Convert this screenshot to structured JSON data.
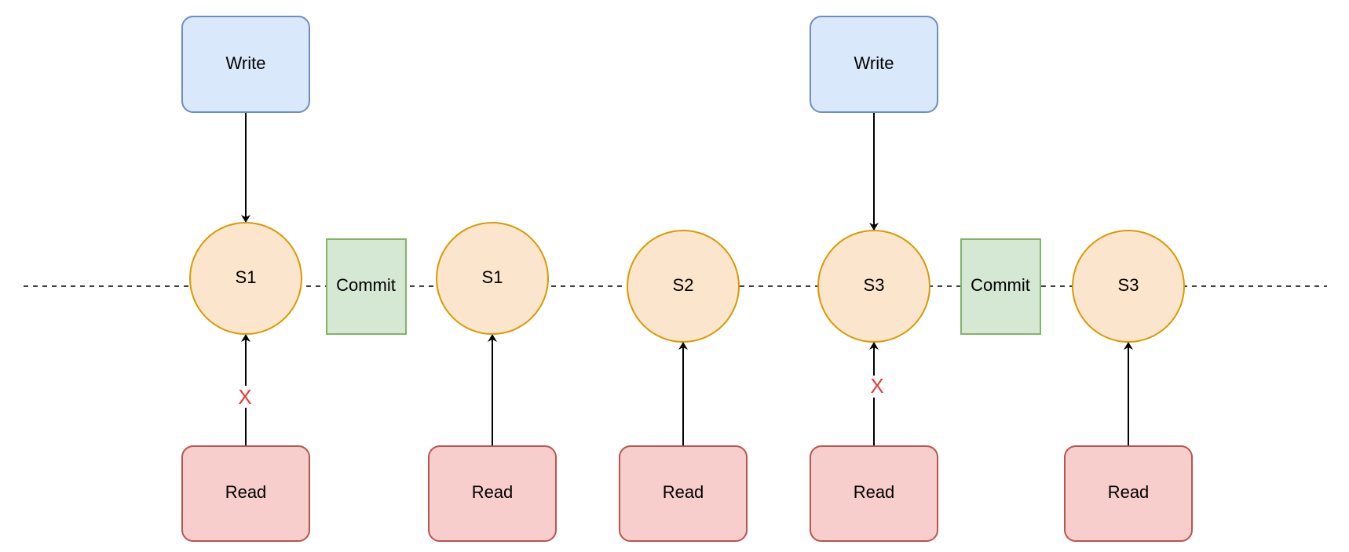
{
  "colors": {
    "write_fill": "#dae8fc",
    "write_stroke": "#6c8ebf",
    "read_fill": "#f8cecc",
    "read_stroke": "#b85450",
    "state_fill": "#fce5cd",
    "state_stroke": "#d79b00",
    "commit_fill": "#d5e8d4",
    "commit_stroke": "#82b366",
    "blocked_mark": "#e53935",
    "line": "#000000"
  },
  "timeline": {
    "style": "dashed"
  },
  "states": [
    {
      "id": "s1a",
      "label": "S1"
    },
    {
      "id": "s1b",
      "label": "S1"
    },
    {
      "id": "s2",
      "label": "S2"
    },
    {
      "id": "s3a",
      "label": "S3"
    },
    {
      "id": "s3b",
      "label": "S3"
    }
  ],
  "commits": [
    {
      "id": "c1",
      "label": "Commit"
    },
    {
      "id": "c2",
      "label": "Commit"
    }
  ],
  "writes": [
    {
      "id": "w1",
      "label": "Write",
      "target": "s1a"
    },
    {
      "id": "w2",
      "label": "Write",
      "target": "s3a"
    }
  ],
  "reads": [
    {
      "id": "r1",
      "label": "Read",
      "target": "s1a",
      "blocked": true,
      "blocked_mark": "X"
    },
    {
      "id": "r2",
      "label": "Read",
      "target": "s1b",
      "blocked": false
    },
    {
      "id": "r3",
      "label": "Read",
      "target": "s2",
      "blocked": false
    },
    {
      "id": "r4",
      "label": "Read",
      "target": "s3a",
      "blocked": true,
      "blocked_mark": "X"
    },
    {
      "id": "r5",
      "label": "Read",
      "target": "s3b",
      "blocked": false
    }
  ]
}
